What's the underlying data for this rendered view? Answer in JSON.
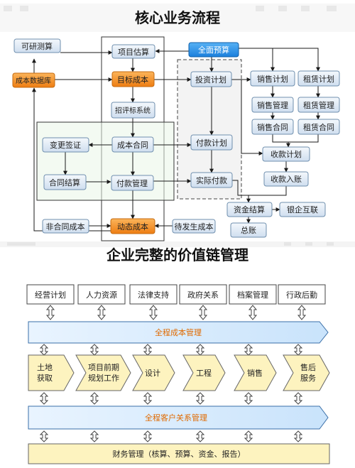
{
  "top": {
    "title": "核心业务流程",
    "nodes": {
      "feasibility": "可研测算",
      "cost_db": "成本数据库",
      "project_estimate": "项目估算",
      "target_cost": "目标成本",
      "tender_system": "招评标系统",
      "cost_contract": "成本合同",
      "change_visa": "变更签证",
      "contract_settlement": "合同结算",
      "payment_mgmt": "付款管理",
      "non_contract_cost": "非合同成本",
      "dynamic_cost": "动态成本",
      "pending_cost": "待发生成本",
      "full_budget": "全面预算",
      "invest_plan": "投资计划",
      "payment_plan": "付款计划",
      "actual_payment": "实际付款",
      "sales_plan": "销售计划",
      "lease_plan": "租赁计划",
      "sales_mgmt": "销售管理",
      "lease_mgmt": "租赁管理",
      "sales_contract": "销售合同",
      "lease_contract": "租赁合同",
      "collection_plan": "收款计划",
      "collection_entry": "收款入账",
      "fund_settlement": "资金结算",
      "bank_link": "银企互联",
      "general_ledger": "总账"
    }
  },
  "bottom": {
    "title": "企业完整的价值链管理",
    "support": [
      "经营计划",
      "人力资源",
      "法律支持",
      "政府关系",
      "档案管理",
      "行政后勤"
    ],
    "cost_band": "全程成本管理",
    "chain": [
      [
        "土地",
        "获取"
      ],
      [
        "项目前期",
        "规划工作"
      ],
      [
        "设计"
      ],
      [
        "工程"
      ],
      [
        "销售"
      ],
      [
        "售后",
        "服务"
      ]
    ],
    "crm_band": "全程客户关系管理",
    "finance": "财务管理（核算、预算、资金、报告）"
  },
  "colors": {
    "node_blue": "#dce8f4",
    "node_orange": "#f28c1e",
    "budget_blue": "#1e8be6",
    "group_green": "#eaf6e8",
    "band_blue": "#dbeeff",
    "chain_yellow": "#fdf3bf",
    "finance_yellow": "#fdf3bf"
  }
}
